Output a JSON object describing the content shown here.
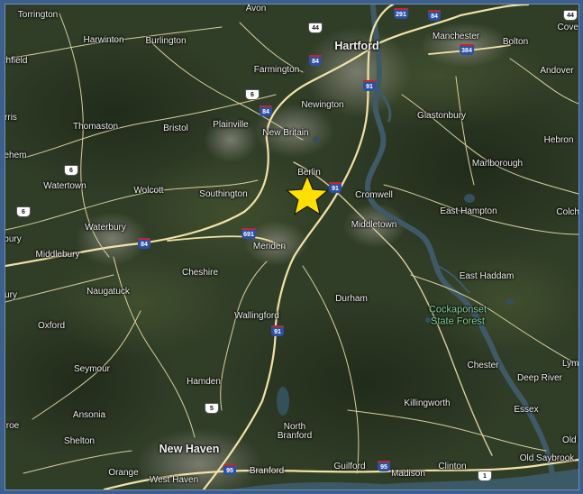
{
  "map": {
    "places": [
      {
        "id": "torrington",
        "label": "Torrington",
        "major": false
      },
      {
        "id": "avon",
        "label": "Avon",
        "major": false
      },
      {
        "id": "harwinton",
        "label": "Harwinton",
        "major": false
      },
      {
        "id": "burlington",
        "label": "Burlington",
        "major": false
      },
      {
        "id": "litchfield",
        "label": "chfield",
        "major": false
      },
      {
        "id": "farmington",
        "label": "Farmington",
        "major": false
      },
      {
        "id": "hartford",
        "label": "Hartford",
        "major": true
      },
      {
        "id": "manchester",
        "label": "Manchester",
        "major": false
      },
      {
        "id": "bolton",
        "label": "Bolton",
        "major": false
      },
      {
        "id": "coventry",
        "label": "Coven",
        "major": false
      },
      {
        "id": "andover",
        "label": "Andover",
        "major": false
      },
      {
        "id": "newington",
        "label": "Newington",
        "major": false
      },
      {
        "id": "thomaston",
        "label": "Thomaston",
        "major": false
      },
      {
        "id": "bristol",
        "label": "Bristol",
        "major": false
      },
      {
        "id": "plainville",
        "label": "Plainville",
        "major": false
      },
      {
        "id": "new_britain",
        "label": "New Britain",
        "major": false
      },
      {
        "id": "glastonbury",
        "label": "Glastonbury",
        "major": false
      },
      {
        "id": "hebron",
        "label": "Hebron",
        "major": false
      },
      {
        "id": "morris",
        "label": "rris",
        "major": false
      },
      {
        "id": "bethlehem",
        "label": "ehem",
        "major": false
      },
      {
        "id": "marlborough",
        "label": "Marlborough",
        "major": false
      },
      {
        "id": "berlin",
        "label": "Berlin",
        "major": false
      },
      {
        "id": "watertown",
        "label": "Watertown",
        "major": false
      },
      {
        "id": "wolcott",
        "label": "Wolcott",
        "major": false
      },
      {
        "id": "southington",
        "label": "Southington",
        "major": false
      },
      {
        "id": "cromwell",
        "label": "Cromwell",
        "major": false
      },
      {
        "id": "east_hampton",
        "label": "East Hampton",
        "major": false
      },
      {
        "id": "colchester",
        "label": "Colche",
        "major": false
      },
      {
        "id": "waterbury",
        "label": "Waterbury",
        "major": false
      },
      {
        "id": "middletown",
        "label": "Middletown",
        "major": false
      },
      {
        "id": "southbury",
        "label": "bury",
        "major": false
      },
      {
        "id": "meriden",
        "label": "Meriden",
        "major": false
      },
      {
        "id": "middlebury",
        "label": "Middlebury",
        "major": false
      },
      {
        "id": "cheshire",
        "label": "Cheshire",
        "major": false
      },
      {
        "id": "east_haddam",
        "label": "East Haddam",
        "major": false
      },
      {
        "id": "naugatuck",
        "label": "Naugatuck",
        "major": false
      },
      {
        "id": "durham",
        "label": "Durham",
        "major": false
      },
      {
        "id": "woodbury",
        "label": "ury",
        "major": false
      },
      {
        "id": "oxford",
        "label": "Oxford",
        "major": false
      },
      {
        "id": "wallingford",
        "label": "Wallingford",
        "major": false
      },
      {
        "id": "chester",
        "label": "Chester",
        "major": false
      },
      {
        "id": "lyme",
        "label": "Lyme",
        "major": false
      },
      {
        "id": "seymour",
        "label": "Seymour",
        "major": false
      },
      {
        "id": "deep_river",
        "label": "Deep River",
        "major": false
      },
      {
        "id": "hamden",
        "label": "Hamden",
        "major": false
      },
      {
        "id": "killingworth",
        "label": "Killingworth",
        "major": false
      },
      {
        "id": "ansonia",
        "label": "Ansonia",
        "major": false
      },
      {
        "id": "essex",
        "label": "Essex",
        "major": false
      },
      {
        "id": "monroe",
        "label": "roe",
        "major": false
      },
      {
        "id": "north_branford",
        "label": "North\nBranford",
        "major": false
      },
      {
        "id": "shelton",
        "label": "Shelton",
        "major": false
      },
      {
        "id": "old_lyme",
        "label": "Old L",
        "major": false
      },
      {
        "id": "new_haven",
        "label": "New Haven",
        "major": true
      },
      {
        "id": "old_saybrook",
        "label": "Old Saybrook",
        "major": false
      },
      {
        "id": "orange",
        "label": "Orange",
        "major": false
      },
      {
        "id": "branford",
        "label": "Branford",
        "major": false
      },
      {
        "id": "guilford",
        "label": "Guilford",
        "major": false
      },
      {
        "id": "madison",
        "label": "Madison",
        "major": false
      },
      {
        "id": "clinton",
        "label": "Clinton",
        "major": false
      },
      {
        "id": "west_haven",
        "label": "West Haven",
        "major": false
      }
    ],
    "park": {
      "label": "Cockaponset\nState Forest"
    },
    "shields": [
      {
        "id": "s44a",
        "label": "44",
        "kind": "us"
      },
      {
        "id": "s291",
        "label": "291",
        "kind": "i"
      },
      {
        "id": "s84a",
        "label": "84",
        "kind": "i"
      },
      {
        "id": "s44b",
        "label": "44",
        "kind": "us"
      },
      {
        "id": "s384",
        "label": "384",
        "kind": "i"
      },
      {
        "id": "s84b",
        "label": "84",
        "kind": "i"
      },
      {
        "id": "s91a",
        "label": "91",
        "kind": "i"
      },
      {
        "id": "s6a",
        "label": "6",
        "kind": "us"
      },
      {
        "id": "s84c",
        "label": "84",
        "kind": "i"
      },
      {
        "id": "s6b",
        "label": "6",
        "kind": "us"
      },
      {
        "id": "s91b",
        "label": "91",
        "kind": "i"
      },
      {
        "id": "s6c",
        "label": "6",
        "kind": "us"
      },
      {
        "id": "s691",
        "label": "691",
        "kind": "i"
      },
      {
        "id": "s84d",
        "label": "84",
        "kind": "i"
      },
      {
        "id": "s91c",
        "label": "91",
        "kind": "i"
      },
      {
        "id": "s5",
        "label": "5",
        "kind": "us"
      },
      {
        "id": "s95a",
        "label": "95",
        "kind": "i"
      },
      {
        "id": "s95b",
        "label": "95",
        "kind": "i"
      },
      {
        "id": "s1",
        "label": "1",
        "kind": "us"
      }
    ],
    "marker": {
      "icon": "star-icon",
      "color": "#ffe000"
    },
    "colors": {
      "terrain": "#2f3b26",
      "road": "#d9cfa0",
      "highway": "#f1e3a8",
      "water": "#3f5a66",
      "frame": "#3d5f8c"
    }
  }
}
